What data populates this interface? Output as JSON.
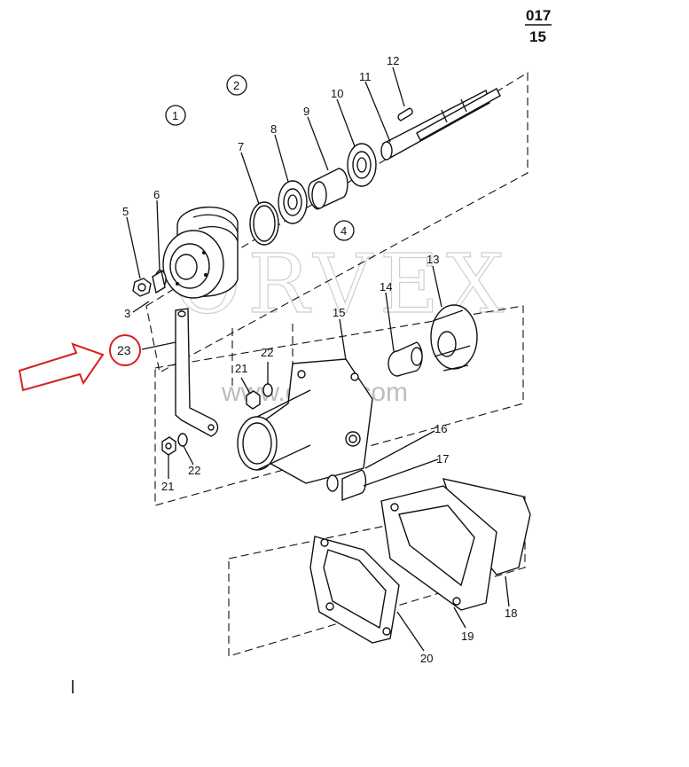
{
  "header": {
    "page_number": "017",
    "sub_number": "15"
  },
  "watermark": {
    "brand": "ORVEX",
    "url": "www.orvex.com"
  },
  "group_labels": [
    "1",
    "2",
    "4"
  ],
  "part_labels": [
    "3",
    "5",
    "6",
    "7",
    "8",
    "9",
    "10",
    "11",
    "12",
    "13",
    "14",
    "15",
    "16",
    "17",
    "18",
    "19",
    "20",
    "21",
    "22",
    "21",
    "22"
  ],
  "highlight": {
    "label": "23",
    "color": "#d62020"
  }
}
